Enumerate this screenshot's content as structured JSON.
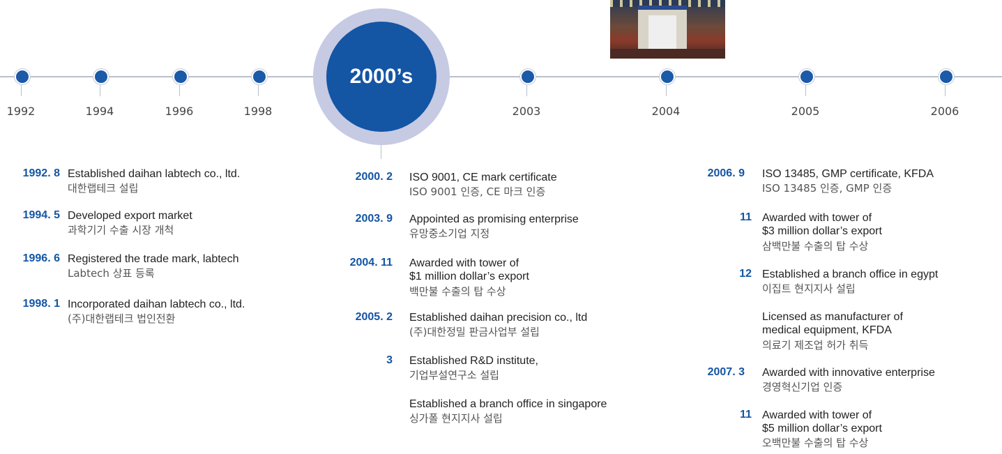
{
  "timeline": {
    "era_label": "2000’s",
    "years_left": [
      "1992",
      "1994",
      "1996",
      "1998"
    ],
    "years_right": [
      "2003",
      "2004",
      "2005",
      "2006"
    ]
  },
  "col1": [
    {
      "date": "1992. 8",
      "en": "Established daihan labtech co., ltd.",
      "ko": "대한랩테크 설립"
    },
    {
      "date": "1994. 5",
      "en": "Developed export market",
      "ko": "과학기기 수출 시장 개척"
    },
    {
      "date": "1996. 6",
      "en": "Registered the trade mark, labtech",
      "ko": "Labtech 상표 등록"
    },
    {
      "date": "1998. 1",
      "en": "Incorporated daihan labtech co., ltd.",
      "ko": "(주)대한랩테크 법인전환"
    }
  ],
  "col2": [
    {
      "date": "2000. 2",
      "en": "ISO 9001, CE mark certificate",
      "ko": "ISO 9001 인증, CE 마크 인증"
    },
    {
      "date": "2003. 9",
      "en": "Appointed as promising enterprise",
      "ko": "유망중소기업 지정"
    },
    {
      "date": "2004. 11",
      "en": "Awarded with tower of",
      "en2": "$1 million dollar’s export",
      "ko": "백만불 수출의 탑 수상"
    },
    {
      "date": "2005. 2",
      "en": "Established daihan precision co., ltd",
      "ko": "(주)대한정밀 판금사업부 설립"
    },
    {
      "date": "3",
      "en": "Established R&D institute,",
      "ko": "기업부설연구소 설립"
    },
    {
      "date": "",
      "en": "Established a branch office in singapore",
      "ko": "싱가폴 현지지사 설립"
    }
  ],
  "col3": [
    {
      "date": "2006. 9",
      "en": "ISO 13485, GMP certificate, KFDA",
      "ko": "ISO 13485 인증, GMP 인증"
    },
    {
      "date": "11",
      "en": "Awarded with tower of",
      "en2": "$3 million dollar’s export",
      "ko": "삼백만불 수출의 탑 수상"
    },
    {
      "date": "12",
      "en": "Established a branch office in egypt",
      "ko": "이집트 현지지사 설립"
    },
    {
      "date": "",
      "en": "Licensed as manufacturer of",
      "en2": "medical equipment, KFDA",
      "ko": "의료기 제조업 허가 취득"
    },
    {
      "date": "2007. 3",
      "en": "Awarded with innovative enterprise",
      "ko": "경영혁신기업 인증"
    },
    {
      "date": "11",
      "en": "Awarded with tower of",
      "en2": "$5 million dollar’s export",
      "ko": "오백만불 수출의 탑 수상"
    }
  ]
}
